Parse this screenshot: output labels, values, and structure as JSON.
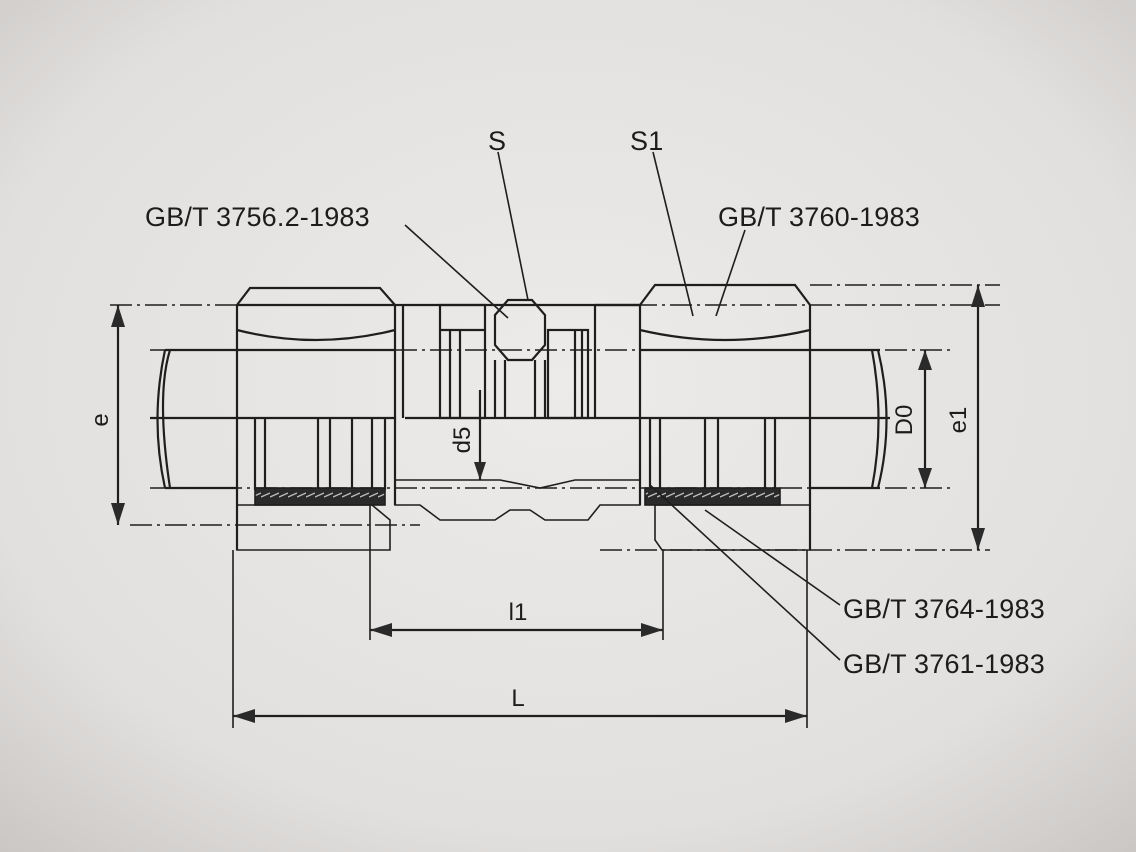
{
  "labels": {
    "s": "S",
    "s1": "S1",
    "gb_3756": "GB/T 3756.2-1983",
    "gb_3760": "GB/T 3760-1983",
    "gb_3764": "GB/T 3764-1983",
    "gb_3761": "GB/T 3761-1983"
  },
  "dimensions": {
    "e": "e",
    "d5": "d5",
    "d0": "D0",
    "e1": "e1",
    "l1": "l1",
    "l": "L"
  }
}
